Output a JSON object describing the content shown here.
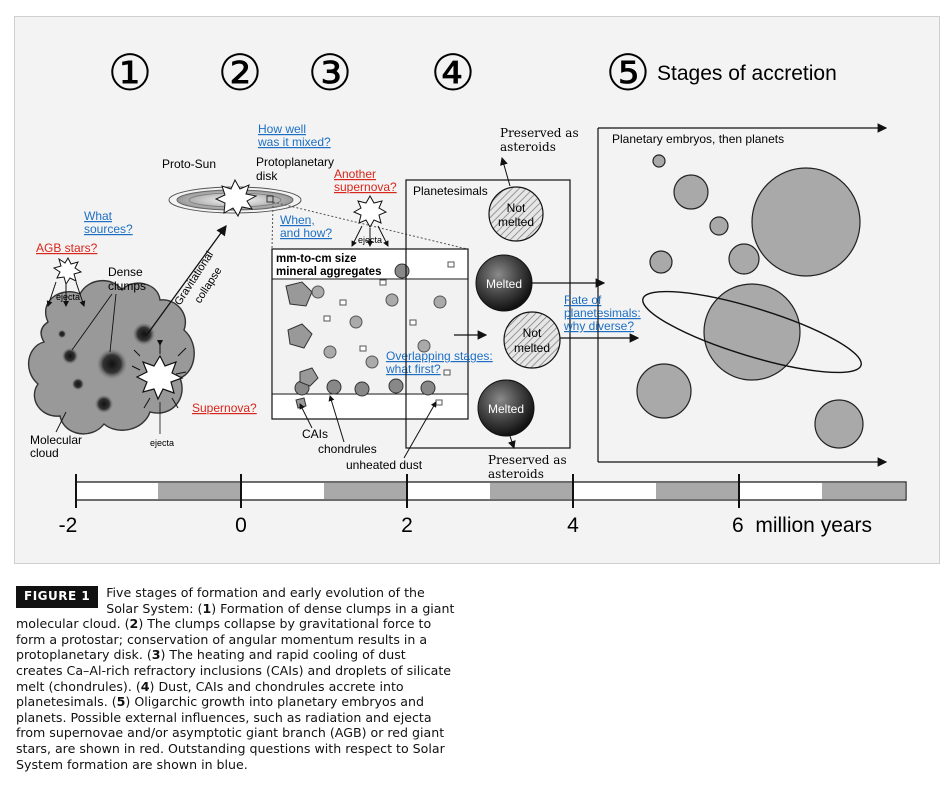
{
  "stages": {
    "s1": "①",
    "s2": "②",
    "s3": "③",
    "s4": "④",
    "s5": "⑤",
    "title": "Stages of accretion"
  },
  "labels": {
    "ejecta_left": "ejecta",
    "dense_clumps_1": "Dense",
    "dense_clumps_2": "clumps",
    "molecular_cloud_1": "Molecular",
    "molecular_cloud_2": "cloud",
    "ejecta_bottom": "ejecta",
    "gravitational_1": "Gravitational",
    "gravitational_2": "collapse",
    "proto_sun": "Proto-Sun",
    "protoplanetary_1": "Protoplanetary",
    "protoplanetary_2": "disk",
    "ejecta_top": "ejecta",
    "mineral_1": "mm-to-cm size",
    "mineral_2": "mineral aggregates",
    "cais": "CAIs",
    "chondrules": "chondrules",
    "unheated_dust": "unheated dust",
    "planetesimals": "Planetesimals",
    "not_melted_1": "Not",
    "not_melted_2": "melted",
    "melted": "Melted",
    "preserved_top_1": "Preserved as",
    "preserved_top_2": "asteroids",
    "preserved_bottom_1": "Preserved as",
    "preserved_bottom_2": "asteroids",
    "embryos": "Planetary embryos, then planets"
  },
  "questions_blue": {
    "what_sources_1": "What",
    "what_sources_2": "sources?",
    "how_mixed_1": "How well",
    "how_mixed_2": "was it mixed?",
    "when_how_1": "When,",
    "when_how_2": "and how?",
    "overlapping_1": "Overlapping stages:",
    "overlapping_2": "what first?",
    "fate_1": "Fate of",
    "fate_2": "planetesimals:",
    "fate_3": "why diverse?"
  },
  "influences_red": {
    "agb": "AGB stars?",
    "supernova": "Supernova?",
    "another_1": "Another",
    "another_2": "supernova?"
  },
  "timeline": {
    "tick_labels": [
      "-2",
      "0",
      "2",
      "4",
      "6  million years"
    ]
  },
  "caption": {
    "tag": "FIGURE 1",
    "p1": "Five stages of formation and early evolution of the Solar System: (",
    "n1": "1",
    "p2": ") Formation of dense clumps in a giant molecular cloud. (",
    "n2": "2",
    "p3": ") The clumps collapse by gravitational force to form a protostar; conservation of angular momentum results in a protoplanetary disk. (",
    "n3": "3",
    "p4": ") The heating and rapid cooling of dust creates Ca–Al-rich refractory inclusions (CAIs) and droplets of silicate melt (chondrules). (",
    "n4": "4",
    "p5": ") Dust, CAIs and chondrules accrete into planetesimals. (",
    "n5": "5",
    "p6": ") Oligarchic growth into planetary embryos and planets. Possible external influences, such as radiation and ejecta from supernovae and/or asymptotic giant branch (AGB) or red giant stars, are shown in red. Outstanding questions with respect to Solar System formation are shown in blue."
  },
  "colors": {
    "blue": "#1d6fc4",
    "red": "#d9261c",
    "panel": "#f3f3f3",
    "gray": "#a9a9a9"
  }
}
